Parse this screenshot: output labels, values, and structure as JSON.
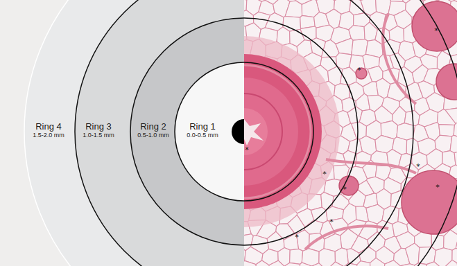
{
  "diagram": {
    "nodes": [
      {
        "text": [
          "Ring 4",
          "1.5-2.0 mm"
        ]
      },
      {
        "text": [
          "Ring 3",
          "1.0-1.5 mm"
        ]
      },
      {
        "text": [
          "Ring 2",
          "0.5-1.0 mm"
        ]
      },
      {
        "text": [
          "Ring 1",
          "0.0-0.5 mm"
        ]
      }
    ],
    "labels": [
      "*",
      "*",
      "*",
      "*",
      "*",
      "*",
      "*",
      "*",
      "*"
    ]
  }
}
